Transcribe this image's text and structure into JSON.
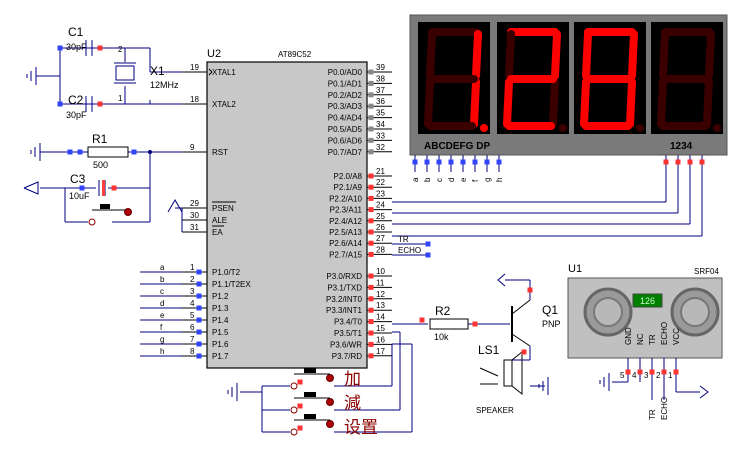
{
  "colors": {
    "wire": "#000080",
    "body": "#c8c8c8",
    "body_border": "#000000",
    "display_frame": "#7a7a7a",
    "segment_on": "#ff0000",
    "segment_off": "#3a0000",
    "pin_red": "#ff3333",
    "pin_blue": "#3344ff",
    "sensor_face": "#c0c0c0",
    "sensor_lcd": "#00a000"
  },
  "mcu": {
    "ref": "U2",
    "part": "AT89C52",
    "left_pins": [
      {
        "num": "19",
        "name": "XTAL1"
      },
      {
        "num": "18",
        "name": "XTAL2"
      },
      {
        "num": "9",
        "name": "RST"
      },
      {
        "num": "29",
        "name": "PSEN"
      },
      {
        "num": "30",
        "name": "ALE"
      },
      {
        "num": "31",
        "name": "EA"
      },
      {
        "num": "1",
        "name": "P1.0/T2"
      },
      {
        "num": "2",
        "name": "P1.1/T2EX"
      },
      {
        "num": "3",
        "name": "P1.2"
      },
      {
        "num": "4",
        "name": "P1.3"
      },
      {
        "num": "5",
        "name": "P1.4"
      },
      {
        "num": "6",
        "name": "P1.5"
      },
      {
        "num": "7",
        "name": "P1.6"
      },
      {
        "num": "8",
        "name": "P1.7"
      }
    ],
    "right_pins": [
      {
        "num": "39",
        "name": "P0.0/AD0"
      },
      {
        "num": "38",
        "name": "P0.1/AD1"
      },
      {
        "num": "37",
        "name": "P0.2/AD2"
      },
      {
        "num": "36",
        "name": "P0.3/AD3"
      },
      {
        "num": "35",
        "name": "P0.4/AD4"
      },
      {
        "num": "34",
        "name": "P0.5/AD5"
      },
      {
        "num": "33",
        "name": "P0.6/AD6"
      },
      {
        "num": "32",
        "name": "P0.7/AD7"
      },
      {
        "num": "21",
        "name": "P2.0/A8"
      },
      {
        "num": "22",
        "name": "P2.1/A9"
      },
      {
        "num": "23",
        "name": "P2.2/A10"
      },
      {
        "num": "24",
        "name": "P2.3/A11"
      },
      {
        "num": "25",
        "name": "P2.4/A12"
      },
      {
        "num": "26",
        "name": "P2.5/A13"
      },
      {
        "num": "27",
        "name": "P2.6/A14"
      },
      {
        "num": "28",
        "name": "P2.7/A15"
      },
      {
        "num": "10",
        "name": "P3.0/RXD"
      },
      {
        "num": "11",
        "name": "P3.1/TXD"
      },
      {
        "num": "12",
        "name": "P3.2/INT0"
      },
      {
        "num": "13",
        "name": "P3.3/INT1"
      },
      {
        "num": "14",
        "name": "P3.4/T0"
      },
      {
        "num": "15",
        "name": "P3.5/T1"
      },
      {
        "num": "16",
        "name": "P3.6/WR"
      },
      {
        "num": "17",
        "name": "P3.7/RD"
      }
    ],
    "port1_net_labels": [
      "a",
      "b",
      "c",
      "d",
      "e",
      "f",
      "g",
      "h"
    ],
    "net_tr": "TR",
    "net_echo": "ECHO"
  },
  "components": {
    "c1": {
      "ref": "C1",
      "value": "30pF"
    },
    "c2": {
      "ref": "C2",
      "value": "30pF"
    },
    "x1": {
      "ref": "X1",
      "value": "12MHz"
    },
    "r1": {
      "ref": "R1",
      "value": "500"
    },
    "c3": {
      "ref": "C3",
      "value": "10uF"
    },
    "r2": {
      "ref": "R2",
      "value": "10k"
    },
    "q1": {
      "ref": "Q1",
      "value": "PNP"
    },
    "ls1": {
      "ref": "LS1",
      "value": "SPEAKER"
    },
    "crystal_pins": [
      "2",
      "1"
    ]
  },
  "display": {
    "digits": [
      "1",
      "2",
      "8",
      ""
    ],
    "decimal_point_on_digit": 0,
    "segment_label": "ABCDEFG  DP",
    "digit_label": "1234",
    "segment_net_labels": [
      "a",
      "b",
      "c",
      "d",
      "e",
      "f",
      "g",
      "h"
    ]
  },
  "sensor": {
    "ref": "U1",
    "part": "SRF04",
    "reading": "126",
    "pins": [
      "GND",
      "NC",
      "TR",
      "ECHO",
      "VCC"
    ],
    "pin_numbers": [
      "5",
      "4",
      "3",
      "2",
      "1"
    ],
    "net_labels": [
      "TR",
      "ECHO"
    ]
  },
  "buttons": [
    {
      "label": "加"
    },
    {
      "label": "減"
    },
    {
      "label": "设置"
    }
  ]
}
